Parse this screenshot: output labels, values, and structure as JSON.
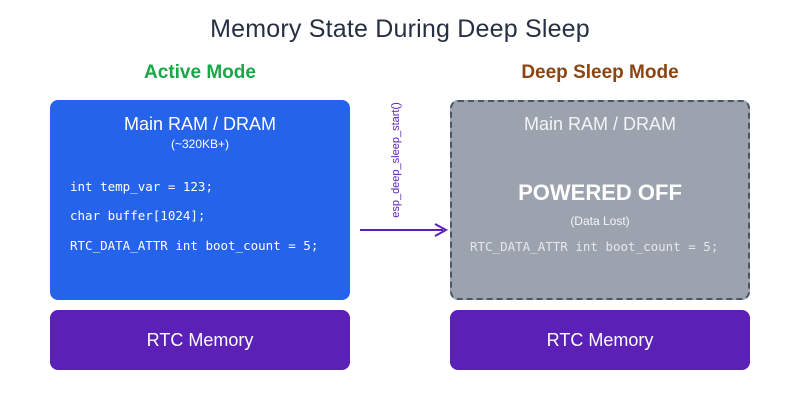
{
  "title": "Memory State During Deep Sleep",
  "active": {
    "mode_label": "Active Mode",
    "ram_title": "Main RAM / DRAM",
    "ram_size": "(~320KB+)",
    "code_lines": [
      "int temp_var = 123;",
      "char buffer[1024];",
      "RTC_DATA_ATTR int boot_count = 5;"
    ],
    "rtc_label": "RTC Memory"
  },
  "transition": {
    "label": "esp_deep_sleep_start()"
  },
  "sleep": {
    "mode_label": "Deep Sleep Mode",
    "ram_title": "Main RAM / DRAM",
    "status": "POWERED OFF",
    "status_note": "(Data Lost)",
    "code_line": "RTC_DATA_ATTR int boot_count = 5;",
    "rtc_label": "RTC Memory"
  },
  "colors": {
    "active_label": "#17a847",
    "sleep_label": "#8b4513",
    "active_ram": "#2563eb",
    "sleep_ram": "#9ca3af",
    "rtc": "#5b21b6",
    "arrow": "#5b21b6"
  }
}
